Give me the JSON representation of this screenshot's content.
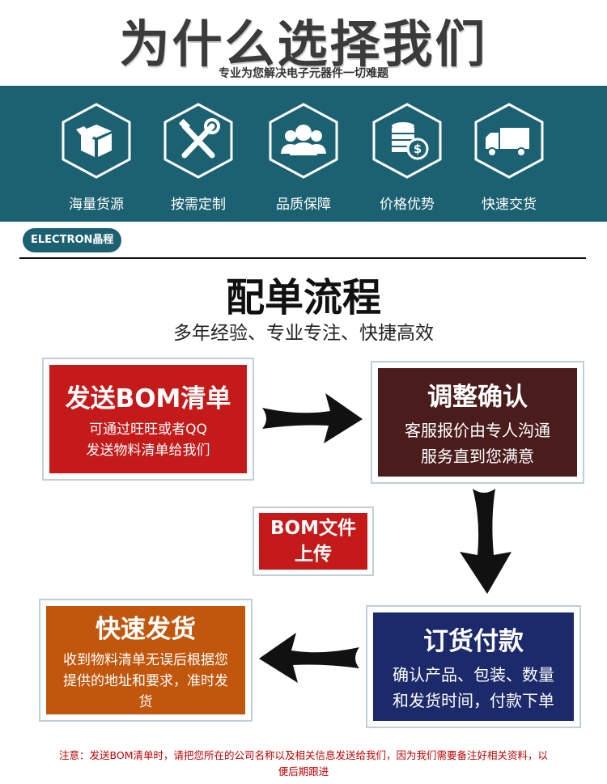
{
  "hero": {
    "title": "为什么选择我们",
    "subtitle": "专业为您解决电子元器件一切难题"
  },
  "features": [
    {
      "label": "海量货源",
      "icon": "box-icon"
    },
    {
      "label": "按需定制",
      "icon": "tools-icon"
    },
    {
      "label": "品质保障",
      "icon": "users-icon"
    },
    {
      "label": "价格优势",
      "icon": "coins-icon"
    },
    {
      "label": "快速交货",
      "icon": "truck-icon"
    }
  ],
  "brand_tag": "ELECTRON晶程",
  "flow": {
    "title": "配单流程",
    "subtitle": "多年经验、专业专注、快捷高效",
    "steps": {
      "send": {
        "title": "发送BOM清单",
        "line1": "可通过旺旺或者QQ",
        "line2": "发送物料清单给我们",
        "color": "#c41a1a"
      },
      "confirm": {
        "title": "调整确认",
        "line1": "客服报价由专人沟通",
        "line2": "服务直到您满意",
        "color": "#4a1d1c"
      },
      "pay": {
        "title": "订货付款",
        "line1": "确认产品、包装、数量",
        "line2": "和发货时间，付款下单",
        "color": "#1c2a6b"
      },
      "ship": {
        "title": "快速发货",
        "line1": "收到物料清单无误后根据您",
        "line2": "提供的地址和要求，准时发",
        "line3": "货",
        "color": "#c1560d"
      }
    },
    "upload_tag": {
      "line1": "BOM文件",
      "line2": "上传"
    }
  },
  "note": {
    "line1": "注意：发送BOM清单时，请把您所在的公司名称以及相关信息发送给我们，因为我们需要备注好相关资料，以",
    "line2": "便后期跟进"
  },
  "colors": {
    "band": "#1c6171",
    "title": "#3b3b3b",
    "note": "#c00000"
  }
}
